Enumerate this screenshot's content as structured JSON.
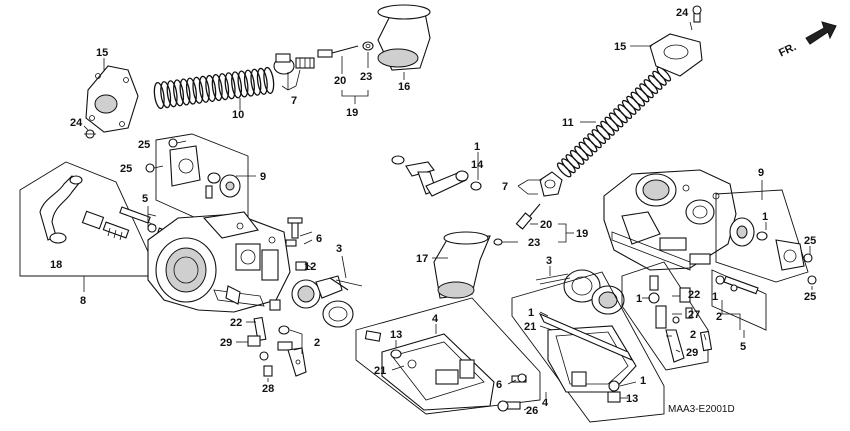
{
  "diagram": {
    "code": "MAA3-E2001D",
    "direction_label": "FR.",
    "callouts": [
      "1",
      "2",
      "3",
      "4",
      "5",
      "6",
      "7",
      "8",
      "9",
      "10",
      "11",
      "12",
      "13",
      "14",
      "15",
      "16",
      "17",
      "18",
      "19",
      "20",
      "21",
      "22",
      "23",
      "24",
      "25",
      "26",
      "27",
      "28",
      "29"
    ],
    "callout_labels": {
      "p24a": "24",
      "p15a": "15",
      "p10": "10",
      "p7a": "7",
      "p20a": "20",
      "p23a": "23",
      "p19a": "19",
      "p16": "16",
      "p25a": "25",
      "p25b": "25",
      "p9a": "9",
      "p5a": "5",
      "p6a": "6",
      "p3a": "3",
      "p12": "12",
      "p18": "18",
      "p8": "8",
      "p22a": "22",
      "p29a": "29",
      "p2a": "2",
      "p28": "28",
      "p1a": "1",
      "p14": "14",
      "p7b": "7",
      "p20b": "20",
      "p23b": "23",
      "p19b": "19",
      "p17": "17",
      "p11": "11",
      "p24b": "24",
      "p15b": "15",
      "p9b": "9",
      "p1b": "1",
      "p25c": "25",
      "p25d": "25",
      "p4a": "4",
      "p13a": "13",
      "p21a": "21",
      "p3b": "3",
      "p1c": "1",
      "p21b": "21",
      "p6b": "6",
      "p4b": "4",
      "p26": "26",
      "p1d": "1",
      "p13b": "13",
      "p1e": "1",
      "p22b": "22",
      "p27": "27",
      "p2b": "2",
      "p29b": "29",
      "p1f": "1",
      "p2c": "2",
      "p5b": "5"
    }
  }
}
